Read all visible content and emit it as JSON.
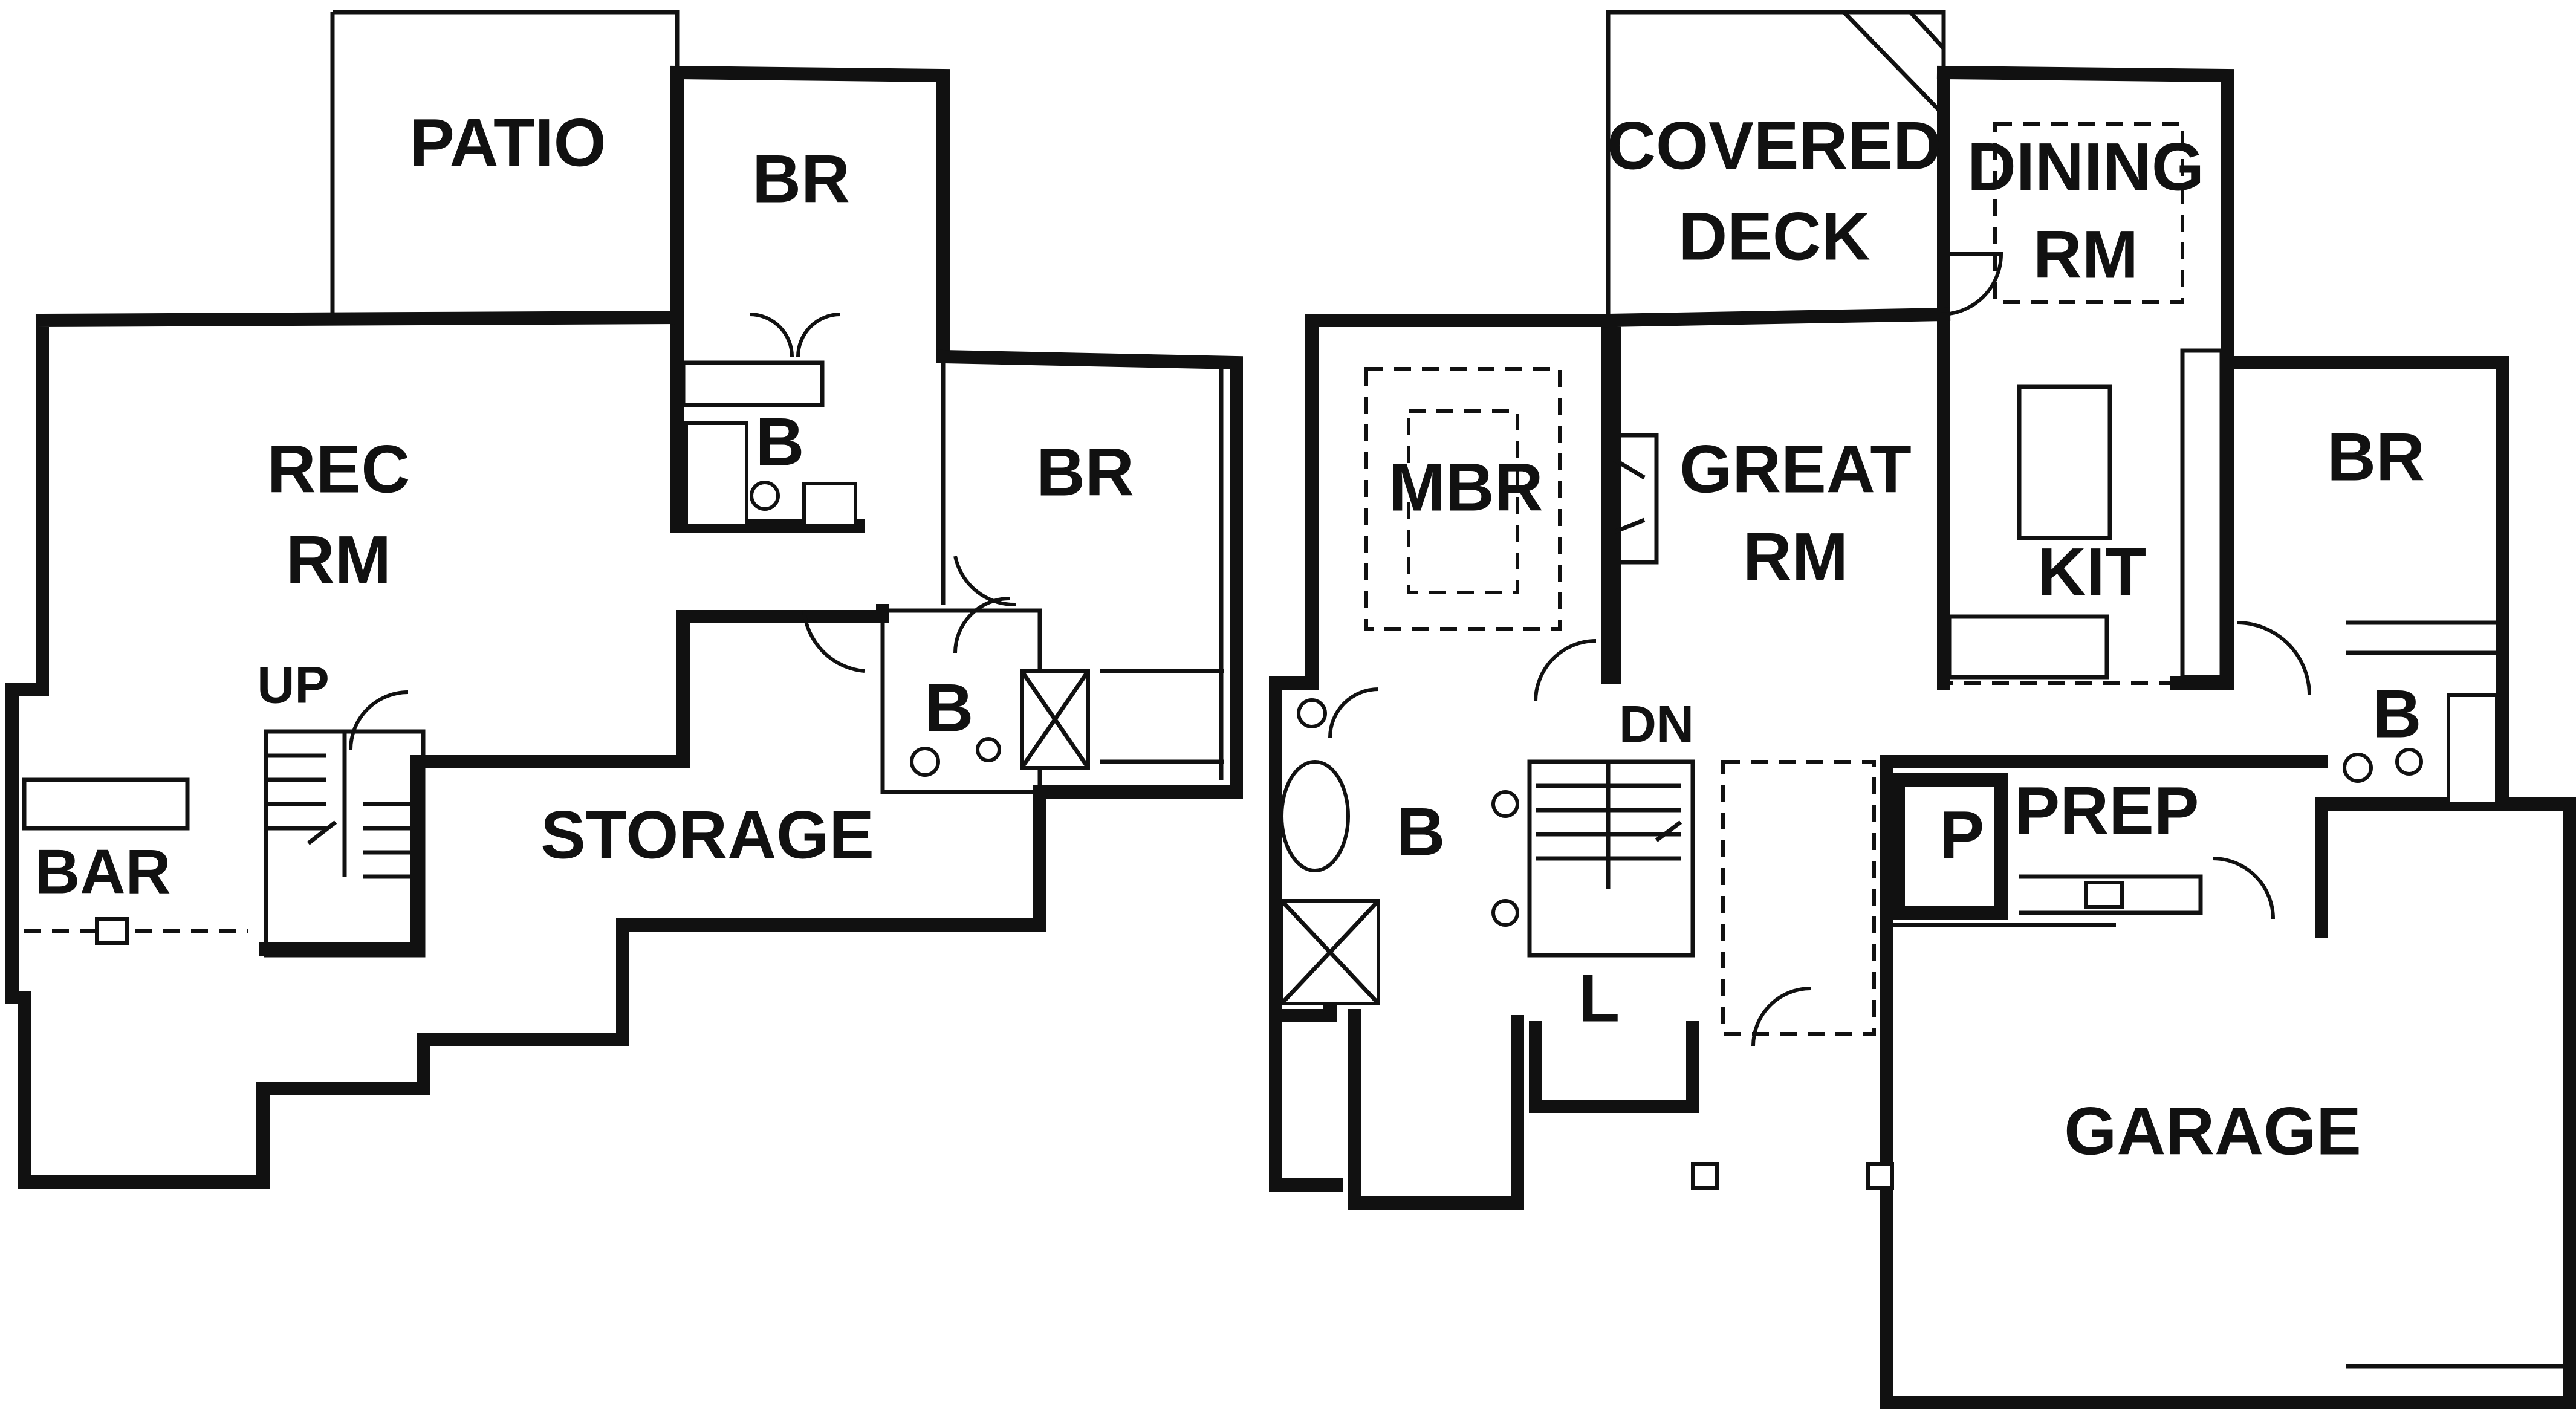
{
  "lower_level": {
    "patio": "PATIO",
    "bedroom_top": "BR",
    "bath_top": "B",
    "bedroom_right": "BR",
    "rec_room_line1": "REC",
    "rec_room_line2": "RM",
    "up_label": "UP",
    "bar": "BAR",
    "storage": "STORAGE",
    "bath_right": "B"
  },
  "main_level": {
    "covered_deck_line1": "COVERED",
    "covered_deck_line2": "DECK",
    "dining_line1": "DINING",
    "dining_line2": "RM",
    "master_bedroom": "MBR",
    "great_room_line1": "GREAT",
    "great_room_line2": "RM",
    "kitchen": "KIT",
    "bedroom": "BR",
    "master_bath": "B",
    "down_label": "DN",
    "bath": "B",
    "pantry": "P",
    "prep": "PREP",
    "laundry": "L",
    "garage": "GARAGE"
  }
}
